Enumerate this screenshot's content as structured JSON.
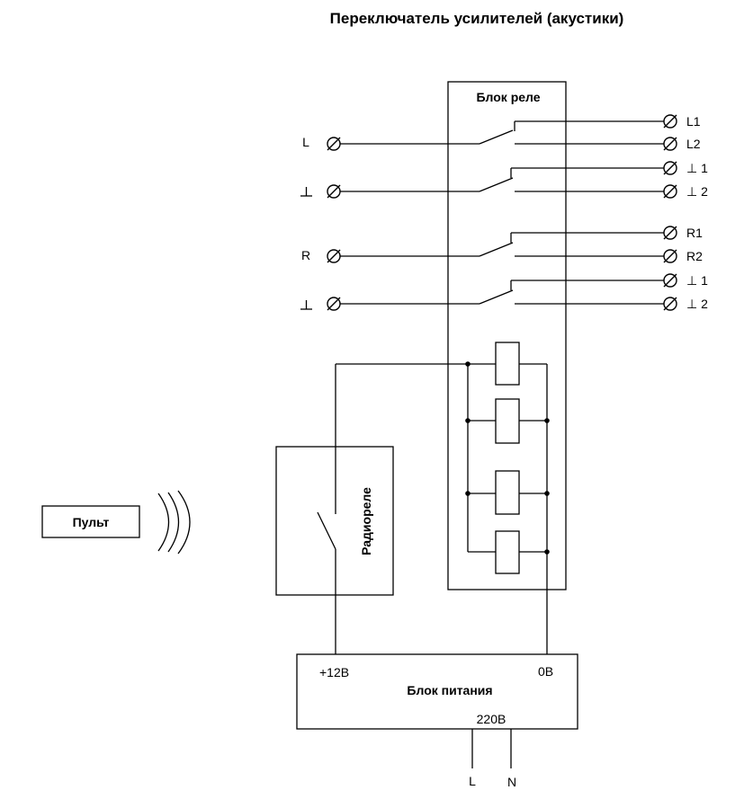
{
  "title": "Переключатель усилителей (акустики)",
  "relay_block": {
    "label": "Блок реле"
  },
  "radio_relay": {
    "label": "Радиореле"
  },
  "remote": {
    "label": "Пульт"
  },
  "power_supply": {
    "label": "Блок питания",
    "plus": "+12В",
    "zero": "0В",
    "mains": "220В",
    "line": "L",
    "neutral": "N"
  },
  "inputs": [
    "L",
    "⊥",
    "R",
    "⊥"
  ],
  "outputs": [
    "L1",
    "L2",
    "⊥ 1",
    "⊥ 2",
    "R1",
    "R2",
    "⊥ 1",
    "⊥ 2"
  ],
  "icons": {
    "terminal": "terminal-icon",
    "switch": "switch-contact-icon",
    "coil": "relay-coil-icon",
    "signal": "radio-signal-icon"
  }
}
